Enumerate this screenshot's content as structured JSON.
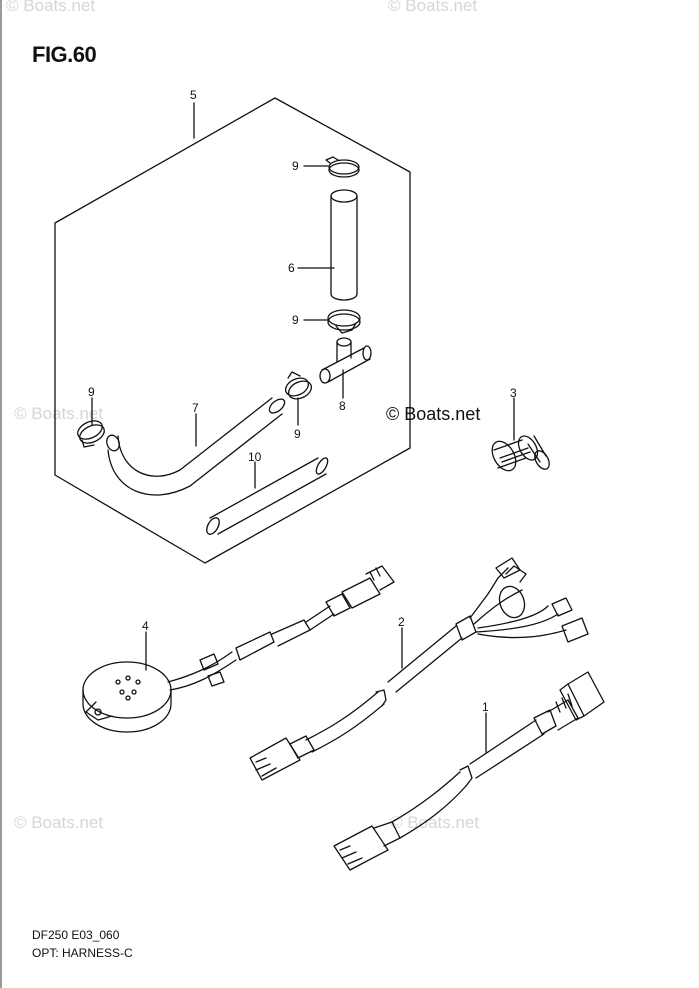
{
  "figure": {
    "title": "FIG.60"
  },
  "footer": {
    "model_code": "DF250 E03_060",
    "section_name": "OPT: HARNESS-C"
  },
  "watermark": {
    "text": "© Boats.net"
  },
  "callouts": [
    {
      "id": "c5",
      "label": "5"
    },
    {
      "id": "c9a",
      "label": "9"
    },
    {
      "id": "c6",
      "label": "6"
    },
    {
      "id": "c9b",
      "label": "9"
    },
    {
      "id": "c3",
      "label": "3"
    },
    {
      "id": "c9c",
      "label": "9"
    },
    {
      "id": "c7",
      "label": "7"
    },
    {
      "id": "c8",
      "label": "8"
    },
    {
      "id": "c9d",
      "label": "9"
    },
    {
      "id": "c10",
      "label": "10"
    },
    {
      "id": "c4",
      "label": "4"
    },
    {
      "id": "c2",
      "label": "2"
    },
    {
      "id": "c1",
      "label": "1"
    }
  ],
  "colors": {
    "line": "#111111",
    "watermark": "#d6d6d6",
    "background": "#ffffff"
  }
}
